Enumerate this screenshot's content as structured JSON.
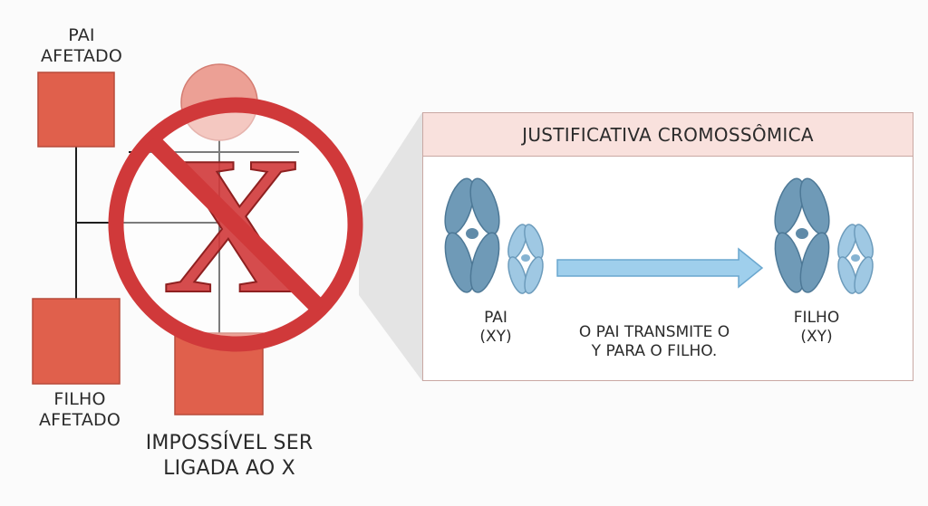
{
  "father_label": {
    "line1": "PAI",
    "line2": "AFETADO"
  },
  "son_label": {
    "line1": "FILHO",
    "line2": "AFETADO"
  },
  "impossible_label": {
    "line1": "IMPOSSÍVEL SER",
    "line2": "LIGADA AO X"
  },
  "prohibition_letter": "X",
  "colors": {
    "affected_fill": "#e0604c",
    "prohibition_red": "#d0393a",
    "mother_fill": "#eca095",
    "chromosome_dark": "#6f9ab7",
    "chromosome_light": "#9fc8e3",
    "arrow": "#9fcfec",
    "panel_header": "#f9e1dd"
  },
  "panel": {
    "title": "JUSTIFICATIVA CROMOSSÔMICA",
    "father": {
      "line1": "PAI",
      "line2": "(XY)"
    },
    "son": {
      "line1": "FILHO",
      "line2": "(XY)"
    },
    "transmit_text": {
      "line1": "O PAI TRANSMITE O",
      "line2": "Y PARA O FILHO."
    }
  }
}
